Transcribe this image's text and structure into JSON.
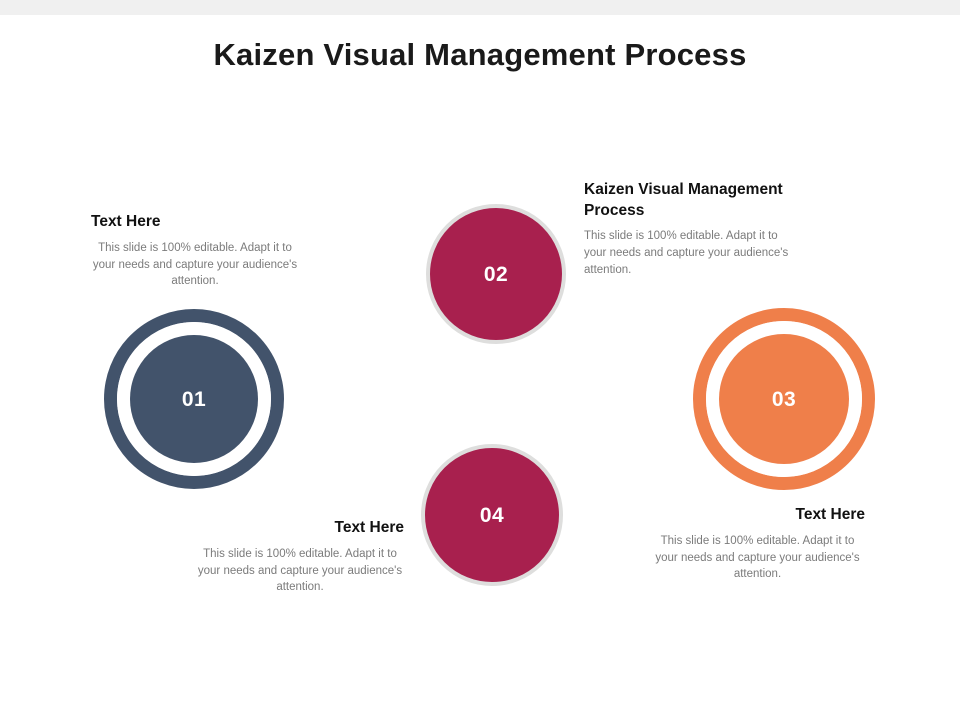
{
  "slide": {
    "title": "Kaizen Visual Management Process",
    "background_color": "#FFFFFF",
    "top_band_color": "#F0F0F0"
  },
  "body_text": "This slide is 100% editable. Adapt it to your needs and capture your audience's attention.",
  "steps": [
    {
      "number": "01",
      "heading": "Text Here",
      "body": "This slide is 100% editable. Adapt it to your needs and capture your audience's attention.",
      "color": "#42536B",
      "style": "ring"
    },
    {
      "number": "02",
      "heading": "Kaizen Visual Management Process",
      "body": "This slide is 100% editable. Adapt it to your needs and capture your audience's attention.",
      "color": "#A8204E",
      "style": "disc"
    },
    {
      "number": "03",
      "heading": "Text Here",
      "body": "This slide is 100% editable. Adapt it to your needs and capture your audience's attention.",
      "color": "#EF7F4A",
      "style": "ring"
    },
    {
      "number": "04",
      "heading": "Text Here",
      "body": "This slide is 100% editable. Adapt it to your needs and capture your audience's attention.",
      "color": "#A8204E",
      "style": "disc"
    }
  ]
}
